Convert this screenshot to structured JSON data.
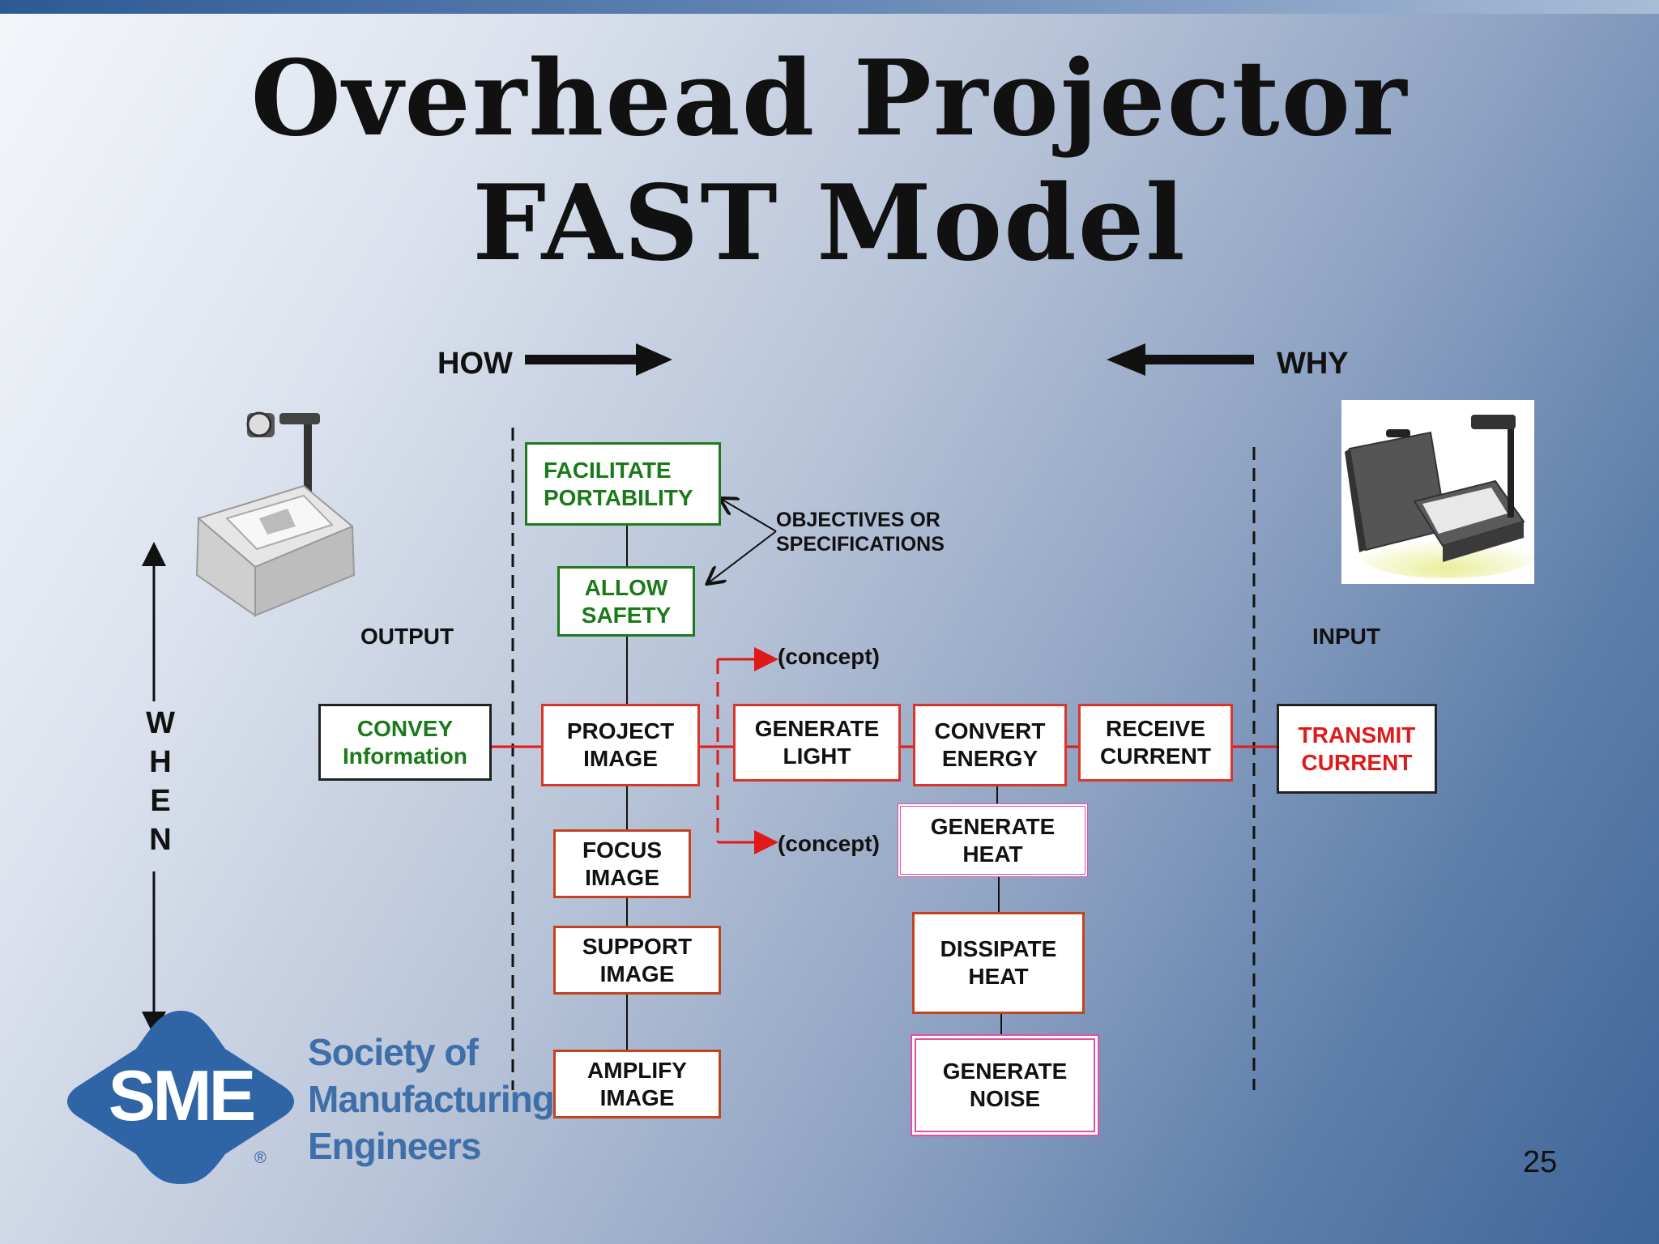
{
  "title": {
    "line1": "Overhead Projector",
    "line2": "FAST Model"
  },
  "labels": {
    "how": "HOW",
    "why": "WHY",
    "output": "OUTPUT",
    "input": "INPUT",
    "objectives_line1": "OBJECTIVES OR",
    "objectives_line2": "SPECIFICATIONS",
    "concept_top": "(concept)",
    "concept_bottom": "(concept)"
  },
  "when_axis": {
    "letters": [
      "W",
      "H",
      "E",
      "N"
    ]
  },
  "boxes": {
    "facilitate_portability": [
      "FACILITATE",
      "PORTABILITY"
    ],
    "allow_safety": [
      "ALLOW",
      "SAFETY"
    ],
    "convey_information": [
      "CONVEY",
      "Information"
    ],
    "project_image": [
      "PROJECT",
      "IMAGE"
    ],
    "generate_light": [
      "GENERATE",
      "LIGHT"
    ],
    "convert_energy": [
      "CONVERT",
      "ENERGY"
    ],
    "receive_current": [
      "RECEIVE",
      "CURRENT"
    ],
    "transmit_current": [
      "TRANSMIT",
      "CURRENT"
    ],
    "generate_heat": [
      "GENERATE",
      "HEAT"
    ],
    "focus_image": [
      "FOCUS",
      "IMAGE"
    ],
    "support_image": [
      "SUPPORT",
      "IMAGE"
    ],
    "dissipate_heat": [
      "DISSIPATE",
      "HEAT"
    ],
    "amplify_image": [
      "AMPLIFY",
      "IMAGE"
    ],
    "generate_noise": [
      "GENERATE",
      "NOISE"
    ]
  },
  "logo": {
    "mark": "SME",
    "registered": "®",
    "text_lines": [
      "Society of",
      "Manufacturing",
      "Engineers"
    ]
  },
  "page_number": "25",
  "colors": {
    "function_border": "#d9352b",
    "objective_green": "#1a7a1a",
    "pink_border": "#e050a8",
    "transmit_text": "#e01919",
    "logo_blue": "#2f64a6"
  }
}
